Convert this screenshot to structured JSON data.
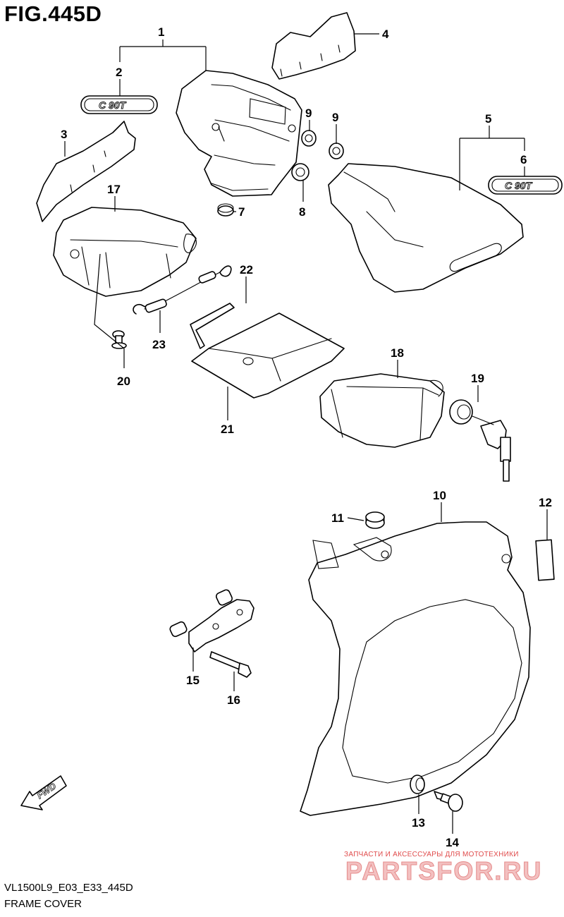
{
  "figure": {
    "number": "FIG.445D",
    "code": "VL1500L9_E03_E33_445D",
    "name": "FRAME COVER",
    "fwd_label": "FWD",
    "emblem_text": "C 90T"
  },
  "callouts": [
    {
      "id": "1",
      "label": "1"
    },
    {
      "id": "2",
      "label": "2"
    },
    {
      "id": "3",
      "label": "3"
    },
    {
      "id": "4",
      "label": "4"
    },
    {
      "id": "5",
      "label": "5"
    },
    {
      "id": "6",
      "label": "6"
    },
    {
      "id": "7",
      "label": "7"
    },
    {
      "id": "8",
      "label": "8"
    },
    {
      "id": "9a",
      "label": "9"
    },
    {
      "id": "9b",
      "label": "9"
    },
    {
      "id": "10",
      "label": "10"
    },
    {
      "id": "11",
      "label": "11"
    },
    {
      "id": "12",
      "label": "12"
    },
    {
      "id": "13",
      "label": "13"
    },
    {
      "id": "14",
      "label": "14"
    },
    {
      "id": "15",
      "label": "15"
    },
    {
      "id": "16",
      "label": "16"
    },
    {
      "id": "17",
      "label": "17"
    },
    {
      "id": "18",
      "label": "18"
    },
    {
      "id": "19",
      "label": "19"
    },
    {
      "id": "20",
      "label": "20"
    },
    {
      "id": "21",
      "label": "21"
    },
    {
      "id": "22",
      "label": "22"
    },
    {
      "id": "23",
      "label": "23"
    }
  ],
  "watermark": {
    "tagline": "ЗАПЧАСТИ И АКСЕССУАРЫ ДЛЯ МОТОТЕХНИКИ",
    "brand": "PARTSFOR.RU",
    "color": "#e04b4b"
  }
}
